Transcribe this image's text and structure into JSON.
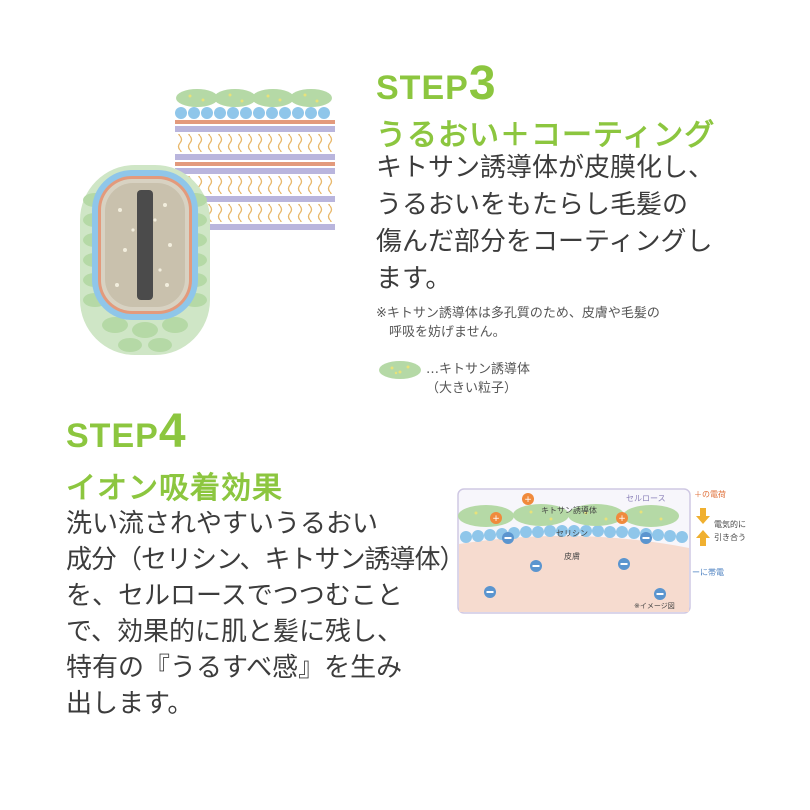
{
  "step3": {
    "step_word": "STEP",
    "step_num": "3",
    "heading": "うるおい＋コーティング",
    "body_lines": [
      "キトサン誘導体が皮膜化し、",
      "うるおいをもたらし毛髪の",
      "傷んだ部分をコーティングし",
      "ます。"
    ],
    "note_lines": [
      "※キトサン誘導体は多孔質のため、皮膚や毛髪の",
      "　呼吸を妨げません。"
    ],
    "legend_lines": [
      "…キトサン誘導体",
      "（大きい粒子）"
    ]
  },
  "step4": {
    "step_word": "STEP",
    "step_num": "4",
    "heading": "イオン吸着効果",
    "body_lines": [
      "洗い流されやすいうるおい",
      "成分（セリシン、キトサン誘導体）",
      "を、セルロースでつつむこと",
      "で、効果的に肌と髪に残し、",
      "特有の『うるすべ感』を生み",
      "出します。"
    ]
  },
  "diagram": {
    "cellulose": "セルロース",
    "chitosan": "キトサン誘導体",
    "sericin": "セリシン",
    "skin": "皮膚",
    "image_note": "※イメージ図",
    "plus_charge": "＋の電荷",
    "attract_lines": [
      "電気的に",
      "引き合う"
    ],
    "minus_charge": "ーに帯電"
  },
  "colors": {
    "green": "#8cc63f",
    "leaf": "#b5d9a6",
    "blue": "#8fc6ea",
    "skin": "#f6dbcf",
    "orange": "#f08a3c",
    "purple": "#9b8ec4"
  }
}
